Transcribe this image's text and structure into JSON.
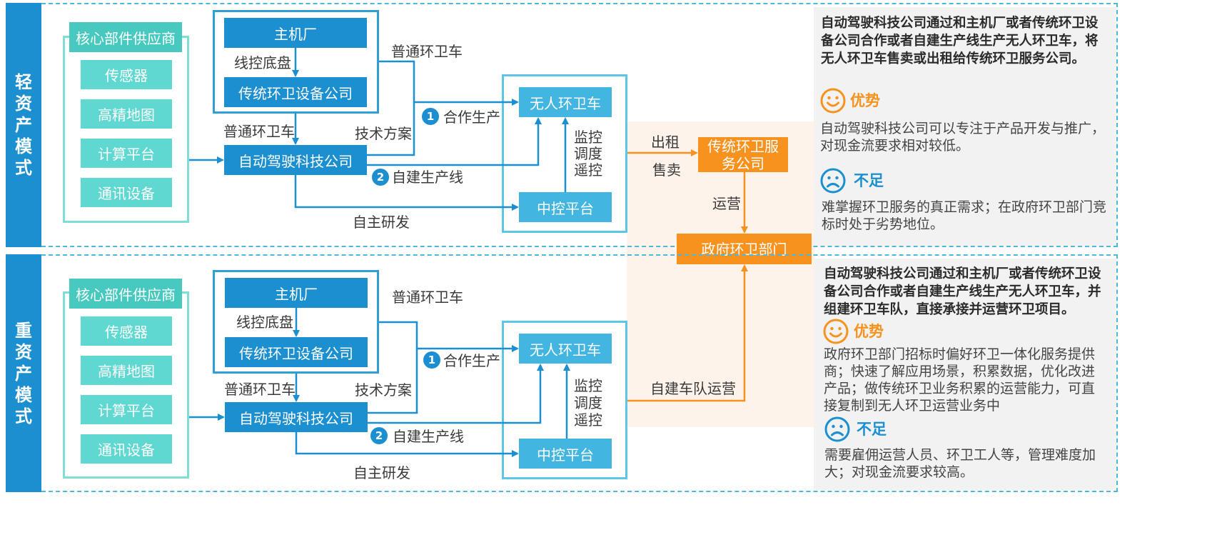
{
  "colors": {
    "primary_blue": "#1b8fd0",
    "cyan": "#42b5e0",
    "teal": "#47c9bf",
    "teal_light": "#5fd8d2",
    "orange": "#f7921e",
    "panel_gray": "#f2f2f2"
  },
  "light": {
    "mode_label": "轻资产模式",
    "supplier_header": "核心部件供应商",
    "components": [
      "传感器",
      "高精地图",
      "计算平台",
      "通讯设备"
    ],
    "oem": "主机厂",
    "chassis_label": "线控底盘",
    "traditional_equipment": "传统环卫设备公司",
    "normal_vehicle_left": "普通环卫车",
    "normal_vehicle_top": "普通环卫车",
    "tech_solution": "技术方案",
    "autonomous_company": "自动驾驶科技公司",
    "route1_num": "1",
    "route1": "合作生产",
    "route2_num": "2",
    "route2": "自建生产线",
    "self_rd": "自主研发",
    "unmanned_vehicle": "无人环卫车",
    "control_platform": "中控平台",
    "monitor_lines": [
      "监控",
      "调度",
      "遥控"
    ],
    "rent": "出租",
    "sell": "售卖",
    "traditional_service": "传统环卫服务公司",
    "operate": "运营",
    "panel": {
      "title": "自动驾驶科技公司通过和主机厂或者传统环卫设备公司合作或者自建生产线生产无人环卫车，将无人环卫车售卖或出租给传统环卫服务公司。",
      "pro_label": "优势",
      "pro_text": "自动驾驶科技公司可以专注于产品开发与推广，对现金流要求相对较低。",
      "con_label": "不足",
      "con_text": "难掌握环卫服务的真正需求；在政府环卫部门竞标时处于劣势地位。"
    }
  },
  "government": "政府环卫部门",
  "heavy": {
    "mode_label": "重资产模式",
    "supplier_header": "核心部件供应商",
    "components": [
      "传感器",
      "高精地图",
      "计算平台",
      "通讯设备"
    ],
    "oem": "主机厂",
    "chassis_label": "线控底盘",
    "traditional_equipment": "传统环卫设备公司",
    "normal_vehicle_left": "普通环卫车",
    "normal_vehicle_top": "普通环卫车",
    "tech_solution": "技术方案",
    "autonomous_company": "自动驾驶科技公司",
    "route1_num": "1",
    "route1": "合作生产",
    "route2_num": "2",
    "route2": "自建生产线",
    "self_rd": "自主研发",
    "unmanned_vehicle": "无人环卫车",
    "control_platform": "中控平台",
    "monitor_lines": [
      "监控",
      "调度",
      "遥控"
    ],
    "fleet_operation": "自建车队运营",
    "panel": {
      "title": "自动驾驶科技公司通过和主机厂或者传统环卫设备公司合作或者自建生产线生产无人环卫车，并组建环卫车队，直接承接并运营环卫项目。",
      "pro_label": "优势",
      "pro_text": "政府环卫部门招标时偏好环卫一体化服务提供商；快速了解应用场景，积累数据，优化改进产品；做传统环卫业务积累的运营能力，可直接复制到无人环卫运营业务中",
      "con_label": "不足",
      "con_text": "需要雇佣运营人员、环卫工人等，管理难度加大；对现金流要求较高。"
    }
  }
}
